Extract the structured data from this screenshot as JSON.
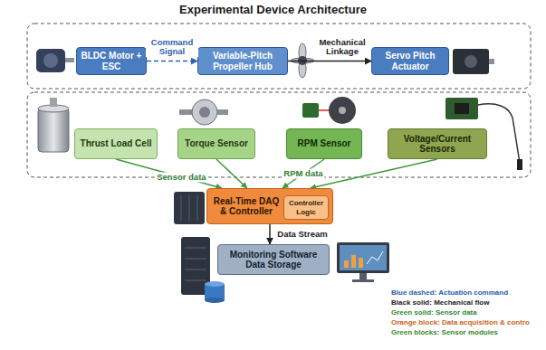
{
  "diagram": {
    "title": "Experimental Device Architecture",
    "nodes": [
      {
        "text": [
          "BLDC Motor + ESC"
        ]
      },
      {
        "text": [
          "Variable-Pitch Propeller Hub"
        ]
      },
      {
        "text": [
          "Servo Pitch Actuator"
        ]
      },
      {
        "text": [
          "Thrust Load Cell"
        ]
      },
      {
        "text": [
          "Torque Sensor"
        ]
      },
      {
        "text": [
          "RPM Sensor"
        ]
      },
      {
        "text": [
          "Voltage/Current Sensors"
        ]
      },
      {
        "text": [
          "Real-Time DAQ & Controller"
        ]
      },
      {
        "text": [
          "Controller Logic"
        ],
        "in": 7
      },
      {
        "text": [
          "Monitoring Software Data Storage"
        ]
      }
    ],
    "edges": [
      {
        "from": 0,
        "to": 1,
        "label": "Command Signal",
        "arrow": "to"
      },
      {
        "from": 1,
        "to": 2,
        "label": "Mechanical Linkage",
        "arrow": "to"
      },
      {
        "from": 3,
        "to": 7,
        "label": "Sensor data",
        "arrow": "to"
      },
      {
        "from": 4,
        "to": 7,
        "arrow": "to"
      },
      {
        "from": 5,
        "to": 7,
        "label": "RPM data",
        "arrow": "to"
      },
      {
        "from": 6,
        "to": 7,
        "arrow": "to"
      },
      {
        "from": 7,
        "to": 9,
        "label": "Data Stream",
        "arrow": "to"
      }
    ],
    "legend": [
      {
        "text": "Blue dashed: Actuation command"
      },
      {
        "text": "Black solid: Mechanical flow"
      },
      {
        "text": "Green solid: Sensor data"
      },
      {
        "text": "Orange block: Data acquisition & contro"
      },
      {
        "text": "Green blocks: Sensor modules"
      }
    ]
  }
}
